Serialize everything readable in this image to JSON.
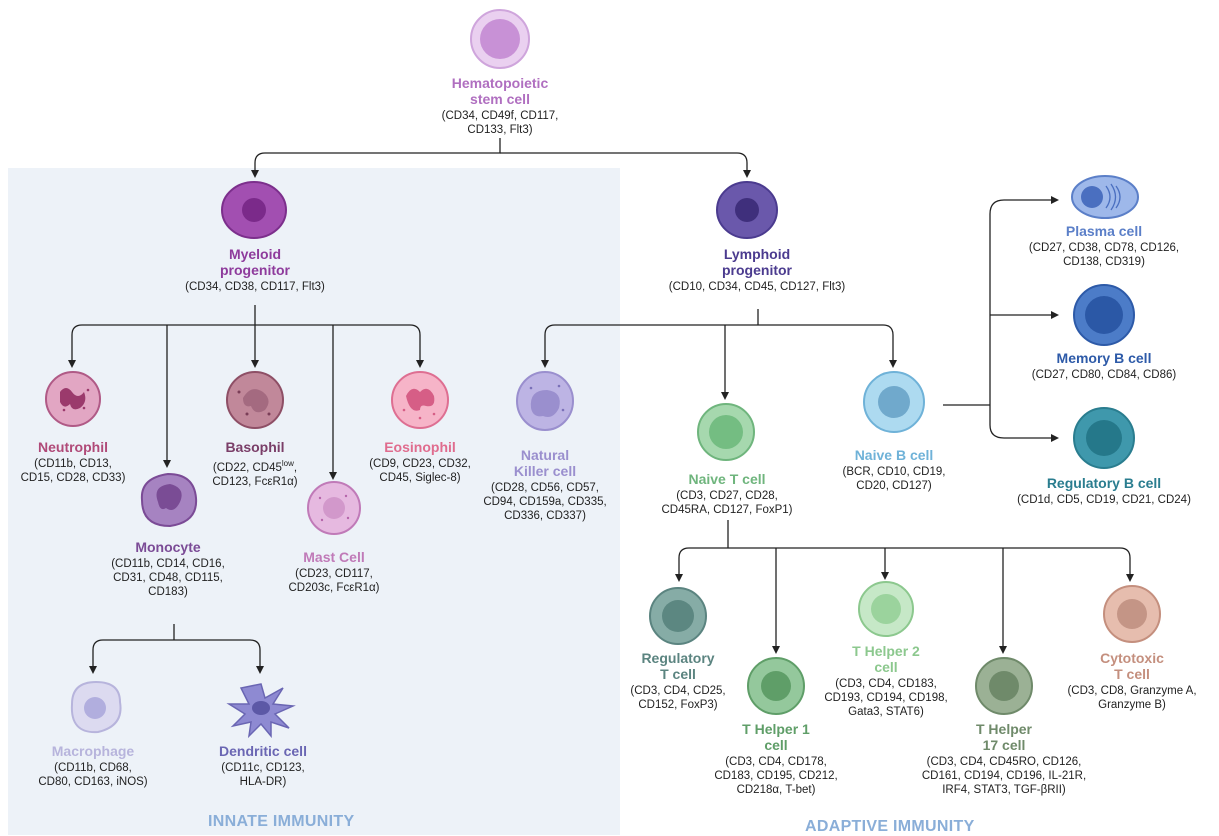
{
  "sections": {
    "innate": "INNATE IMMUNITY",
    "adaptive": "ADAPTIVE IMMUNITY"
  },
  "cells": {
    "hsc": {
      "name": "Hematopoietic\nstem cell",
      "markers": "(CD34, CD49f, CD117,\nCD133, Flt3)",
      "color": "#b06fc0",
      "fill": "#d7a9e0"
    },
    "myeloid": {
      "name": "Myeloid\nprogenitor",
      "markers": "(CD34, CD38, CD117, Flt3)",
      "color": "#8e3b9c",
      "fill": "#9a4aa8"
    },
    "lymphoid": {
      "name": "Lymphoid\nprogenitor",
      "markers": "(CD10, CD34, CD45, CD127, Flt3)",
      "color": "#4b3b8f",
      "fill": "#6654a8"
    },
    "neutrophil": {
      "name": "Neutrophil",
      "markers": "(CD11b, CD13,\nCD15, CD28, CD33)",
      "color": "#b04a78",
      "fill": "#dc9ab8"
    },
    "basophil": {
      "name": "Basophil",
      "markers": "(CD22, CD45low,\nCD123, FcεR1α)",
      "color": "#7a3e68",
      "fill": "#b77c8e"
    },
    "eosinophil": {
      "name": "Eosinophil",
      "markers": "(CD9, CD23, CD32,\nCD45, Siglec-8)",
      "color": "#e06c8e",
      "fill": "#f2a9bd"
    },
    "monocyte": {
      "name": "Monocyte",
      "markers": "(CD11b, CD14, CD16,\nCD31, CD48, CD115,\nCD183)",
      "color": "#7b4b96",
      "fill": "#a27cbd"
    },
    "mast": {
      "name": "Mast Cell",
      "markers": "(CD23, CD117,\nCD203c,  FcεR1α)",
      "color": "#c07ab8",
      "fill": "#e3b8dd"
    },
    "macrophage": {
      "name": "Macrophage",
      "markers": "(CD11b, CD68,\nCD80, CD163, iNOS)",
      "color": "#b7b4dc",
      "fill": "#dcdaf0"
    },
    "dendritic": {
      "name": "Dendritic cell",
      "markers": "(CD11c, CD123,\nHLA-DR)",
      "color": "#6a66b3",
      "fill": "#8c88d0"
    },
    "nk": {
      "name": "Natural\nKiller cell",
      "markers": "(CD28, CD56, CD57,\nCD94, CD159a, CD335,\nCD336, CD337)",
      "color": "#9a8fce",
      "fill": "#b9b0e2"
    },
    "naivet": {
      "name": "Naive T cell",
      "markers": "(CD3, CD27, CD28,\nCD45RA, CD127, FoxP1)",
      "color": "#6fb57d",
      "fill": "#9fd4a8"
    },
    "naiveb": {
      "name": "Naive B cell",
      "markers": "(BCR, CD10, CD19,\nCD20, CD127)",
      "color": "#6fb2d8",
      "fill": "#a9d6ee"
    },
    "plasma": {
      "name": "Plasma cell",
      "markers": "(CD27, CD38, CD78, CD126,\nCD138, CD319)",
      "color": "#5b7fc8",
      "fill": "#9ab5e8"
    },
    "memoryb": {
      "name": "Memory B cell",
      "markers": "(CD27, CD80, CD84, CD86)",
      "color": "#2d5aa8",
      "fill": "#3d6fc0"
    },
    "regb": {
      "name": "Regulatory B cell",
      "markers": "(CD1d, CD5, CD19, CD21, CD24)",
      "color": "#2a7d8f",
      "fill": "#3a92a6"
    },
    "regt": {
      "name": "Regulatory\nT cell",
      "markers": "(CD3, CD4, CD25,\nCD152, FoxP3)",
      "color": "#5b8480",
      "fill": "#7fa6a0"
    },
    "th1": {
      "name": "T Helper 1\ncell",
      "markers": "(CD3, CD4, CD178,\nCD183, CD195, CD212,\nCD218α, T-bet)",
      "color": "#5f9e68",
      "fill": "#8cc394"
    },
    "th2": {
      "name": "T Helper 2\ncell",
      "markers": "(CD3, CD4, CD183,\nCD193, CD194, CD198,\nGata3, STAT6)",
      "color": "#8cc88e",
      "fill": "#bfe4c0"
    },
    "th17": {
      "name": "T Helper\n17 cell",
      "markers": "(CD3, CD4, CD45RO, CD126,\nCD161, CD194, CD196, IL-21R,\nIRF4, STAT3, TGF-βRII)",
      "color": "#6f8a6a",
      "fill": "#93ab8d"
    },
    "cytotoxic": {
      "name": "Cytotoxic\nT cell",
      "markers": "(CD3, CD8, Granzyme A,\nGranzyme B)",
      "color": "#c48f7e",
      "fill": "#e2b8a8"
    }
  }
}
